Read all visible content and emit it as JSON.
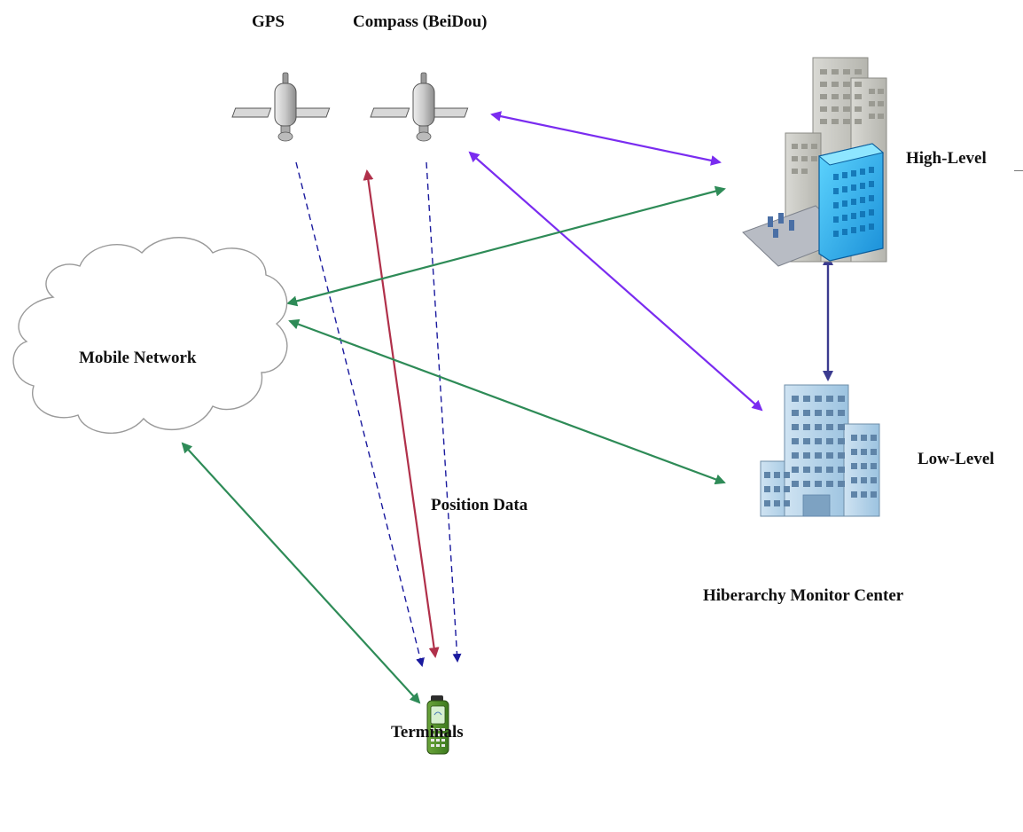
{
  "labels": {
    "gps": "GPS",
    "compass": "Compass (BeiDou)",
    "high_level": "High-Level",
    "low_level": "Low-Level",
    "mobile_network": "Mobile Network",
    "position_data": "Position Data",
    "monitor_center": "Hiberarchy Monitor Center",
    "terminals": "Terminals"
  },
  "colors": {
    "dashed_blue": "#1a1a9e",
    "purple_link": "#7a2cf0",
    "green_link": "#2e8b57",
    "red_link": "#b0304a",
    "navy_link": "#3b3b8f",
    "cloud_stroke": "#9a9a9a"
  },
  "icons": {
    "gps_satellite": "satellite-icon",
    "compass_satellite": "satellite-icon",
    "high_level_center": "building-complex-icon",
    "low_level_center": "office-building-icon",
    "mobile_network": "cloud-icon",
    "terminal": "handheld-device-icon"
  }
}
